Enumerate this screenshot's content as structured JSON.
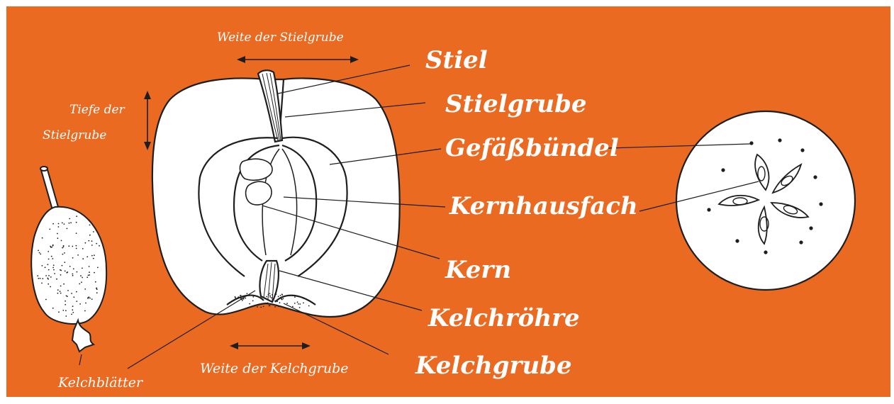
{
  "colors": {
    "background": "#eb6a21",
    "fruit": "#ffffff",
    "ink": "#1e1e1e",
    "label": "#ffffff"
  },
  "labels": {
    "weite_stielgrube": "Weite der Stielgrube",
    "tiefe_line1": "Tiefe der",
    "tiefe_line2": "Stielgrube",
    "stiel": "Stiel",
    "stielgrube": "Stielgrube",
    "gefaessbuendel": "Gefäßbündel",
    "kernhausfach": "Kernhausfach",
    "kern": "Kern",
    "kelchroehre": "Kelchröhre",
    "kelchgrube": "Kelchgrube",
    "weite_kelchgrube": "Weite der Kelchgrube",
    "kelchblaetter": "Kelchblätter"
  }
}
